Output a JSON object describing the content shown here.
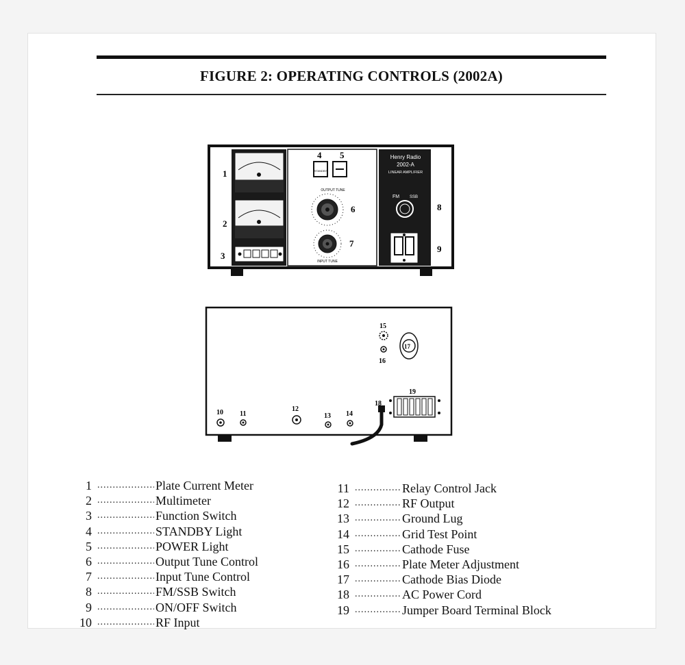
{
  "figure_title": "FIGURE 2: OPERATING CONTROLS (2002A)",
  "front_panel": {
    "brand_line1": "Henry Radio",
    "brand_line2": "2002-A",
    "brand_line3": "LINEAR AMPLIFIER",
    "output_tune_label": "OUTPUT TUNE",
    "input_tune_label": "INPUT TUNE",
    "fm_label": "FM",
    "ssb_label": "SSB",
    "standby_label": "STANDBY",
    "callouts": [
      "1",
      "2",
      "3",
      "4",
      "5",
      "6",
      "7",
      "8",
      "9"
    ]
  },
  "rear_panel": {
    "callouts": [
      "10",
      "11",
      "12",
      "13",
      "14",
      "15",
      "16",
      "17",
      "18",
      "19"
    ]
  },
  "legend_left": [
    {
      "num": "1",
      "label": "Plate Current Meter"
    },
    {
      "num": "2",
      "label": "Multimeter"
    },
    {
      "num": "3",
      "label": "Function Switch"
    },
    {
      "num": "4",
      "label": "STANDBY Light"
    },
    {
      "num": "5",
      "label": "POWER Light"
    },
    {
      "num": "6",
      "label": "Output Tune Control"
    },
    {
      "num": "7",
      "label": "Input Tune Control"
    },
    {
      "num": "8",
      "label": "FM/SSB Switch"
    },
    {
      "num": "9",
      "label": "ON/OFF Switch"
    },
    {
      "num": "10",
      "label": "RF Input"
    }
  ],
  "legend_right": [
    {
      "num": "11",
      "label": "Relay Control Jack"
    },
    {
      "num": "12",
      "label": "RF Output"
    },
    {
      "num": "13",
      "label": "Ground Lug"
    },
    {
      "num": "14",
      "label": "Grid Test Point"
    },
    {
      "num": "15",
      "label": "Cathode Fuse"
    },
    {
      "num": "16",
      "label": "Plate Meter Adjustment"
    },
    {
      "num": "17",
      "label": "Cathode Bias Diode"
    },
    {
      "num": "18",
      "label": "AC Power Cord"
    },
    {
      "num": "19",
      "label": "Jumper Board Terminal Block"
    }
  ],
  "dot_leader": "....................",
  "colors": {
    "ink": "#111111",
    "paper": "#ffffff",
    "panel_dark": "#1a1a1a"
  }
}
